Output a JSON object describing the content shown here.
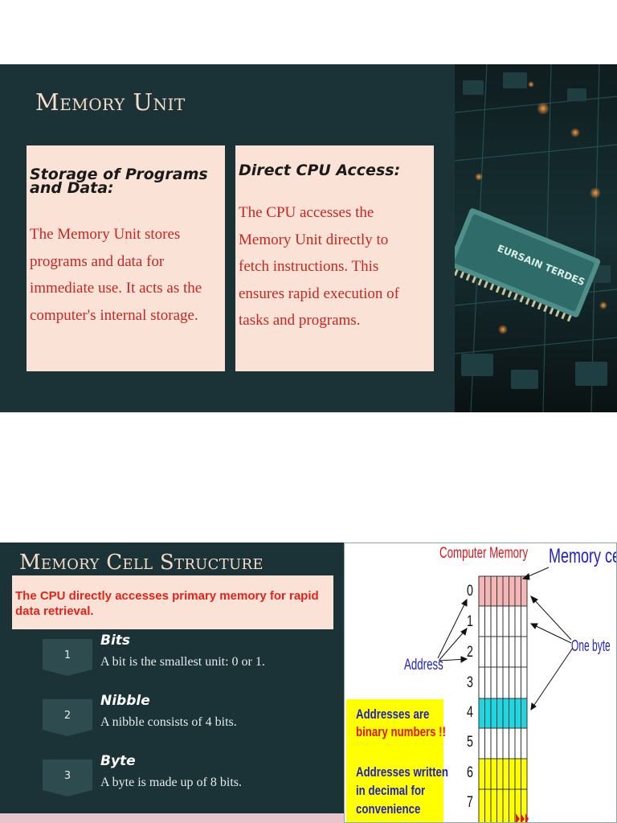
{
  "slide1": {
    "title": "Memory Unit",
    "cards": [
      {
        "heading_line1": "Storage of Programs",
        "heading_line2": "and Data:",
        "body": [
          "The Memory Unit stores",
          "programs and data for",
          "immediate use. It acts as the",
          "computer's internal storage."
        ]
      },
      {
        "heading_line1": "Direct CPU Access:",
        "body": [
          "The CPU accesses the",
          "Memory Unit directly to",
          "fetch instructions. This",
          "ensures rapid execution of",
          "tasks and programs."
        ]
      }
    ],
    "chip_label": "EURSAIN TERDES"
  },
  "slide2": {
    "title": "Memory Cell Structure",
    "note": "The CPU directly accesses primary memory for rapid data retrieval.",
    "items": [
      {
        "num": "1",
        "label": "Bits",
        "desc": "A bit is the smallest unit: 0 or 1."
      },
      {
        "num": "2",
        "label": "Nibble",
        "desc": "A nibble consists of 4 bits."
      },
      {
        "num": "3",
        "label": "Byte",
        "desc": "A byte is made up of 8 bits."
      }
    ]
  },
  "diagram": {
    "computer_memory": "Computer Memory",
    "memory_cell": "Memory cell",
    "one_byte": "One byte",
    "address": "Address",
    "addresses": [
      "0",
      "1",
      "2",
      "3",
      "4",
      "5",
      "6",
      "7"
    ],
    "yellow_lines": [
      "Addresses are",
      "binary numbers !!",
      "Addresses written",
      "in decimal for",
      "convenience"
    ],
    "colors": {
      "pink": "#f4b6b6",
      "cyan": "#1fd7e0",
      "yellow": "#ffff00",
      "red": "#e0161b",
      "blue": "#1f1fc8"
    }
  }
}
